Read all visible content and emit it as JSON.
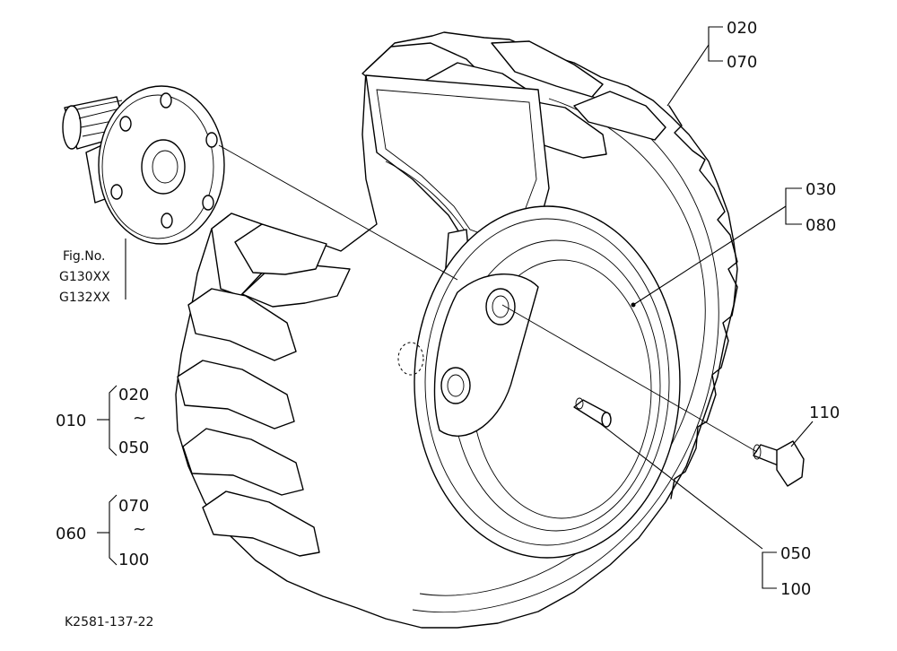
{
  "labels": {
    "tire_a": "020",
    "tire_b": "070",
    "rim_a": "030",
    "rim_b": "080",
    "bolt": "110",
    "valve_a": "050",
    "valve_b": "100",
    "fig_title": "Fig.No.",
    "fig_1": "G130XX",
    "fig_2": "G132XX"
  },
  "ranges": [
    {
      "id": "010",
      "from": "020",
      "tilde": "~",
      "to": "050"
    },
    {
      "id": "060",
      "from": "070",
      "tilde": "~",
      "to": "100"
    }
  ],
  "drawing_code": "K2581-137-22"
}
